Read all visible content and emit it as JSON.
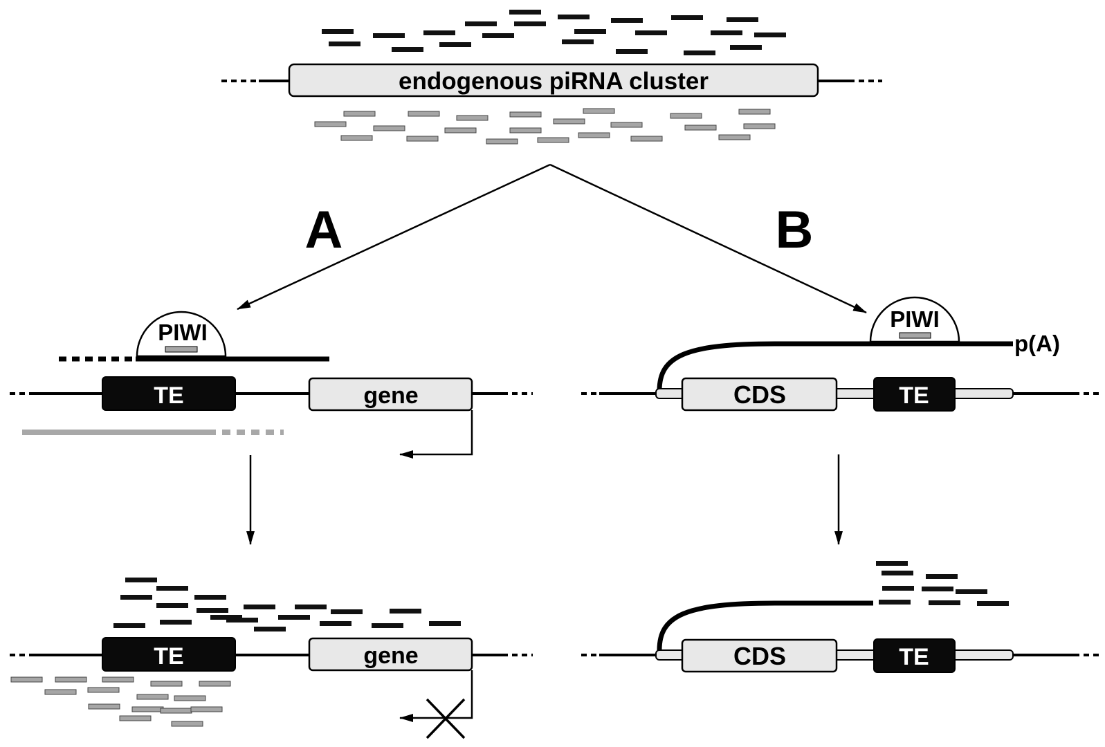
{
  "cluster": {
    "label": "endogenous piRNA cluster"
  },
  "pathway_a": {
    "letter": "A",
    "piwi_label": "PIWI",
    "te_label": "TE",
    "gene_label": "gene"
  },
  "pathway_b": {
    "letter": "B",
    "piwi_label": "PIWI",
    "polya_label": "p(A)",
    "cds_label": "CDS",
    "te_label": "TE"
  },
  "colors": {
    "black_pirna": "#111111",
    "gray_pirna": "#a6a6a6",
    "box_fill": "#e8e8e8",
    "te_fill": "#0a0a0a",
    "nascent_transcript": "#a8a8a8"
  }
}
